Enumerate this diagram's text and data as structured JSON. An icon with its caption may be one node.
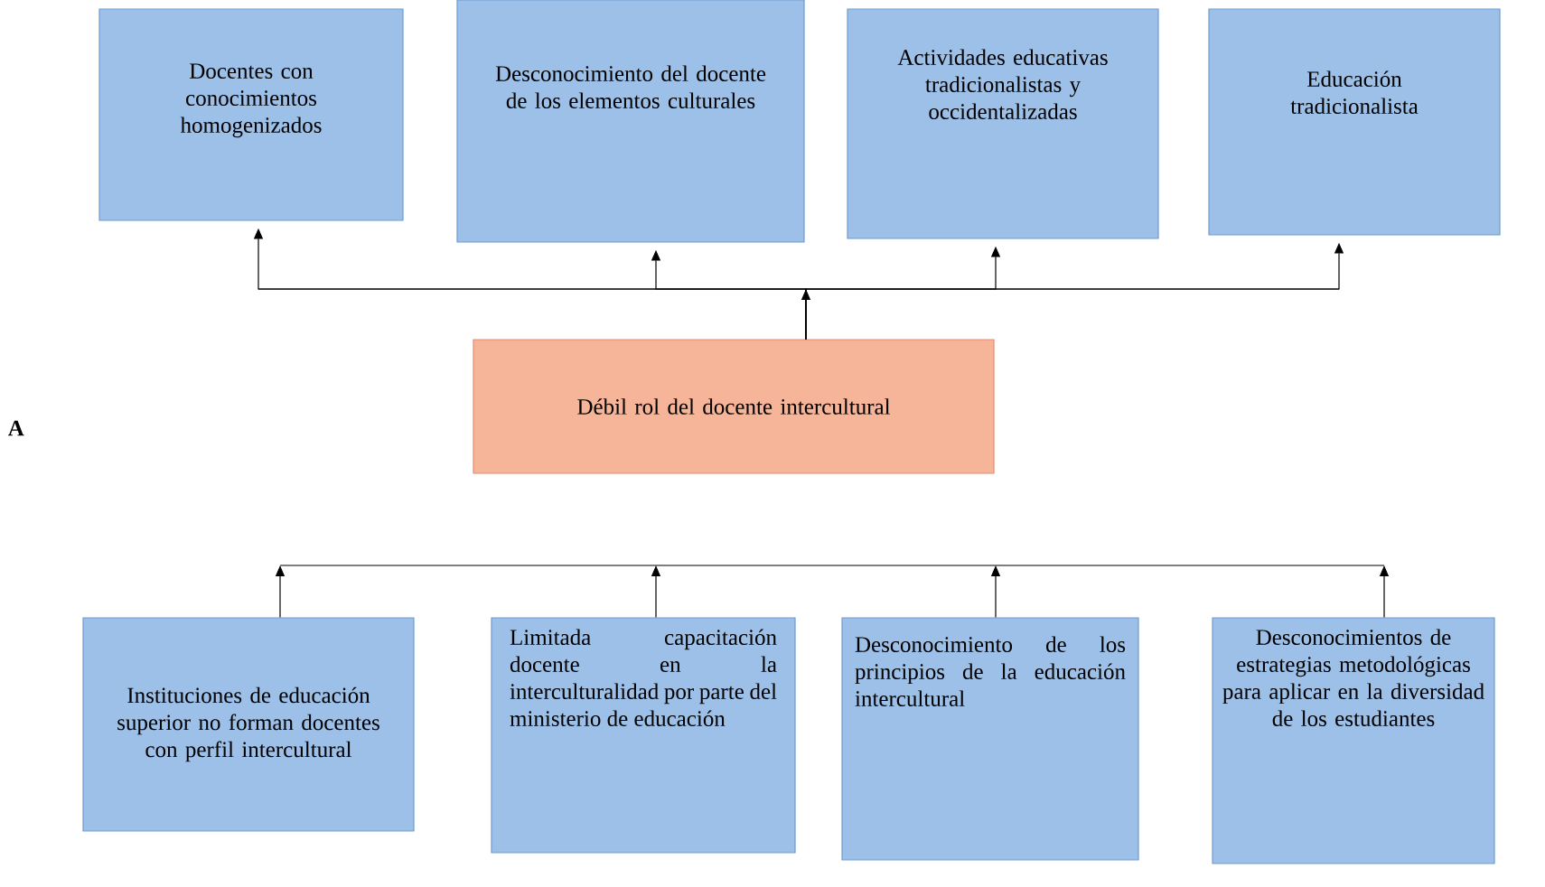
{
  "diagram": {
    "nodes": [
      {
        "text": [
          "Docentes con conocimientos homogenizados"
        ]
      },
      {
        "text": [
          "Desconocimiento del docente de los elementos culturales"
        ]
      },
      {
        "text": [
          "Actividades educativas tradicionalistas y occidentalizadas"
        ]
      },
      {
        "text": [
          "Educación tradicionalista"
        ]
      },
      {
        "text": [
          "Débil rol del docente intercultural"
        ]
      },
      {
        "text": [
          "Instituciones de educación superior no forman docentes con perfil intercultural"
        ]
      },
      {
        "text": [
          "Limitada capacitación docente en la interculturalidad por parte del ministerio de educación"
        ]
      },
      {
        "text": [
          "Desconocimiento de los principios de la educación intercultural"
        ]
      },
      {
        "text": [
          "Desconocimientos de estrategias metodológicas para aplicar en la diversidad de los estudiantes"
        ]
      }
    ],
    "edges": [
      {
        "from": 4,
        "to": 0,
        "arrow": "to"
      },
      {
        "from": 4,
        "to": 1,
        "arrow": "to"
      },
      {
        "from": 4,
        "to": 2,
        "arrow": "to"
      },
      {
        "from": 4,
        "to": 3,
        "arrow": "to"
      },
      {
        "from": 5,
        "to": null,
        "arrow": "to"
      },
      {
        "from": 6,
        "to": null,
        "arrow": "to"
      },
      {
        "from": 7,
        "to": null,
        "arrow": "to"
      },
      {
        "from": 8,
        "to": null,
        "arrow": "to"
      }
    ],
    "labels": [
      "A"
    ]
  }
}
